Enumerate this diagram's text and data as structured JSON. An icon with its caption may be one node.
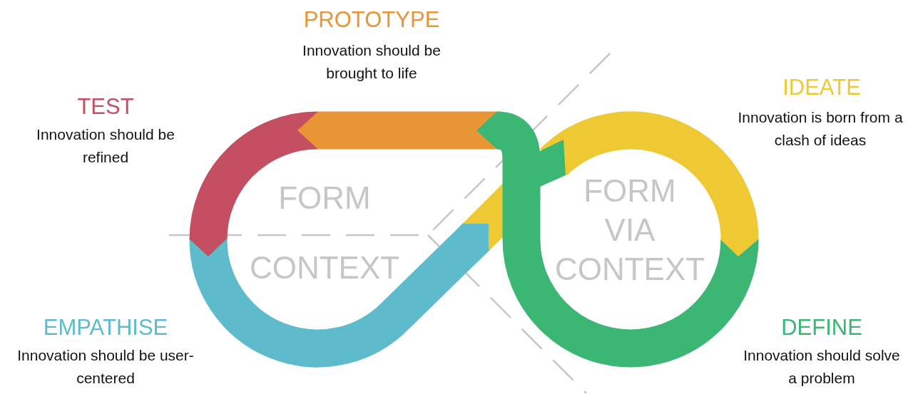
{
  "diagram": {
    "labels": [
      "PROTOTYPE",
      "Innovation should be brought to life",
      "TEST",
      "Innovation should be refined",
      "IDEATE",
      "Innovation is born from a clash of ideas",
      "FORM",
      "FORM VIA CONTEXT",
      "CONTEXT",
      "EMPATHISE",
      "Innovation should be user-centered",
      "DEFINE",
      "Innovation should solve a problem"
    ]
  }
}
